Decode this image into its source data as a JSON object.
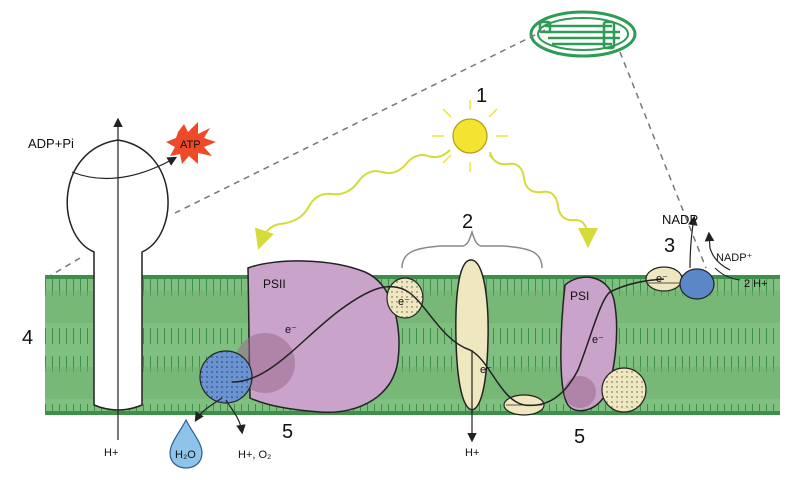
{
  "numbers": {
    "n1": "1",
    "n2": "2",
    "n3": "3",
    "n4": "4",
    "n5a": "5",
    "n5b": "5"
  },
  "labels": {
    "adp_pi": "ADP+Pi",
    "atp": "ATP",
    "psii": "PSII",
    "psi": "PSI",
    "electron": "e⁻",
    "nadp": "NADP",
    "nadp_plus": "NADP⁺",
    "two_h_plus": "2 H+",
    "h_plus": "H+",
    "h2o": "H₂O",
    "h_plus_o2": "H+, O₂"
  },
  "colors": {
    "membrane": "#7fbf7f",
    "membrane_dark": "#3e8f4b",
    "psii": "#c9a3c9",
    "psi": "#c9a3c9",
    "cytochrome": "#efe7c0",
    "plastocyanin": "#efe7c0",
    "fd_nadp_reductase": "#5b87c9",
    "manganese_cluster": "#6a93cf",
    "sun": "#f2e431",
    "light_ray": "#d9e64a",
    "atp_burst": "#ee4a2a",
    "water_drop": "#8ec3ea"
  },
  "icons": {
    "sun": "sun-icon",
    "water": "water-drop-icon",
    "atp": "atp-burst-icon",
    "chloroplast": "chloroplast-icon"
  }
}
